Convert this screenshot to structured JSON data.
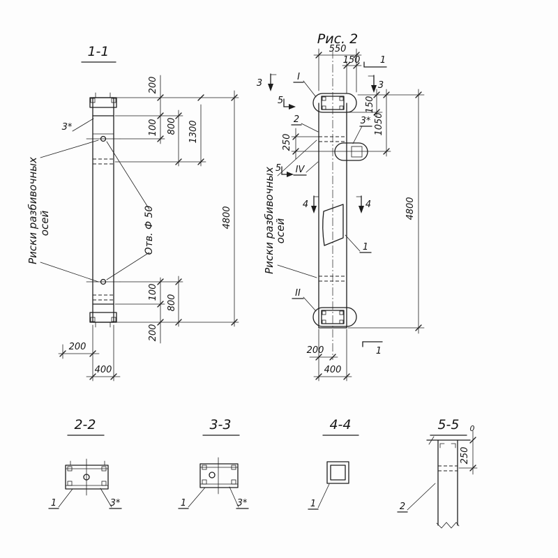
{
  "figure_title": "Рис. 2",
  "view11": {
    "title": "1-1",
    "note_axis_1": "Риски разбивочных",
    "note_axis_2": "осей",
    "note_hole": "Отв. Ф 50",
    "callout_3": "3*",
    "dims": {
      "t200": "200",
      "t100": "100",
      "t800": "800",
      "t1300": "1300",
      "total": "4800",
      "b100": "100",
      "b800": "800",
      "b200": "200",
      "w200": "200",
      "w400": "400"
    }
  },
  "main": {
    "note_axis_1": "Риски разбивочных",
    "note_axis_2": "осей",
    "dims": {
      "w550": "550",
      "w150": "150",
      "r150": "150",
      "r1050": "1050",
      "l250": "250",
      "total": "4800",
      "b200": "200",
      "b400": "400"
    },
    "cuts": {
      "c1t": "1",
      "c1b": "1",
      "c3l": "3",
      "c3r": "3",
      "c5t": "5",
      "c5b": "5",
      "c4l": "4",
      "c4r": "4"
    },
    "nodes": {
      "i": "I",
      "ii": "II",
      "iv": "IV"
    },
    "callouts": {
      "c1": "1",
      "c2": "2",
      "c3": "3*"
    }
  },
  "s22": {
    "title": "2-2",
    "c1": "1",
    "c3": "3*"
  },
  "s33": {
    "title": "3-3",
    "c1": "1",
    "c3": "3*"
  },
  "s44": {
    "title": "4-4",
    "c1": "1"
  },
  "s55": {
    "title": "5-5",
    "c2": "2",
    "d250": "250",
    "d0": "0"
  }
}
